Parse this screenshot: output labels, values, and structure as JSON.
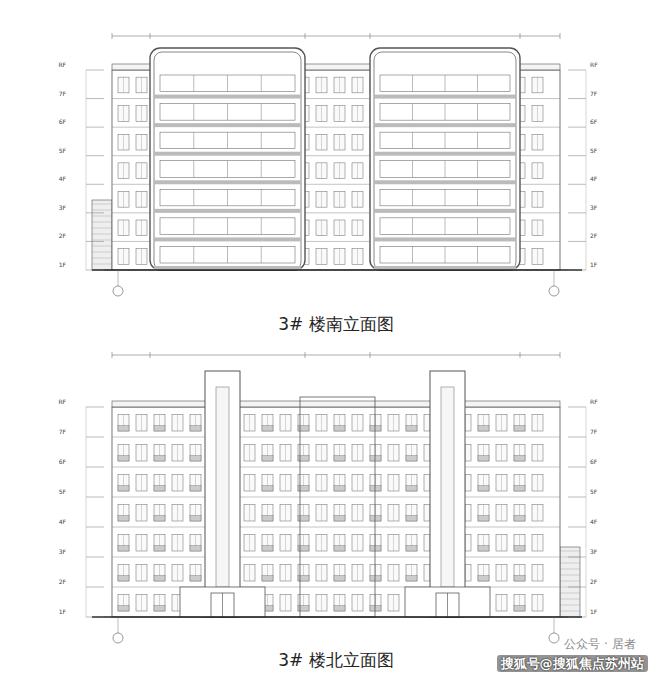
{
  "diagram": {
    "labels": [
      "RF",
      "7F",
      "6F",
      "5F",
      "4F",
      "3F",
      "2F",
      "1F",
      "RF",
      "7F",
      "6F",
      "5F",
      "4F",
      "3F",
      "2F",
      "1F",
      "3# 楼南立面图",
      "RF",
      "7F",
      "6F",
      "5F",
      "4F",
      "3F",
      "2F",
      "1F",
      "RF",
      "7F",
      "6F",
      "5F",
      "4F",
      "3F",
      "2F",
      "1F",
      "3# 楼北立面图",
      "公众号 · 居者",
      "搜狐号@搜狐焦点苏州站"
    ]
  }
}
